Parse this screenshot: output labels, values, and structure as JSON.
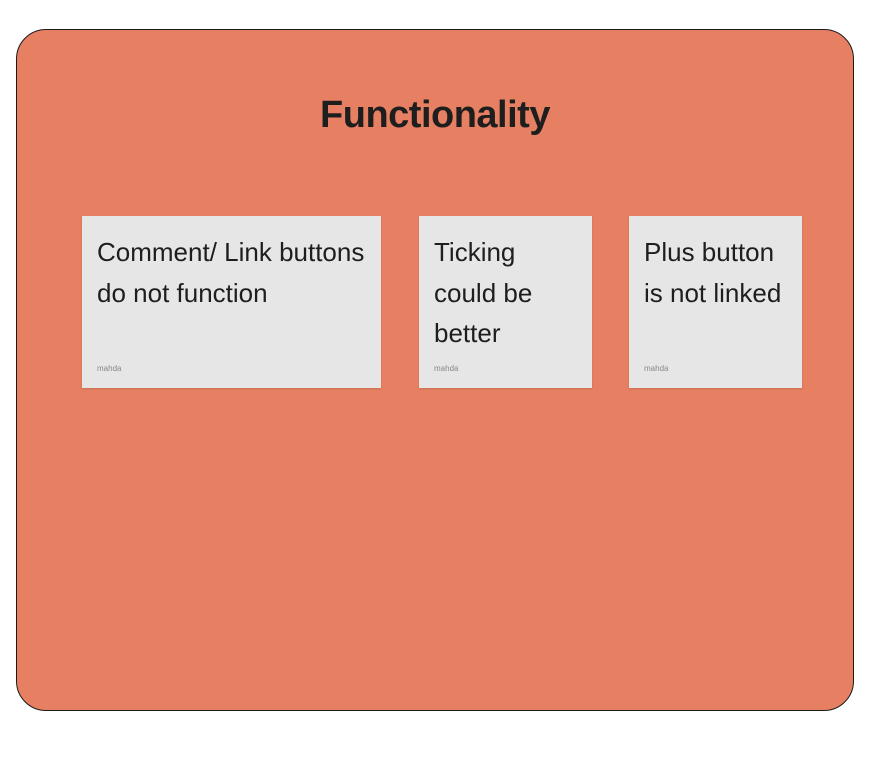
{
  "board": {
    "title": "Functionality",
    "color": "#E78062",
    "cards": [
      {
        "text": "Comment/ Link buttons do not function",
        "author": "mahda"
      },
      {
        "text": "Ticking could be better",
        "author": "mahda"
      },
      {
        "text": "Plus button is not linked",
        "author": "mahda"
      }
    ]
  }
}
